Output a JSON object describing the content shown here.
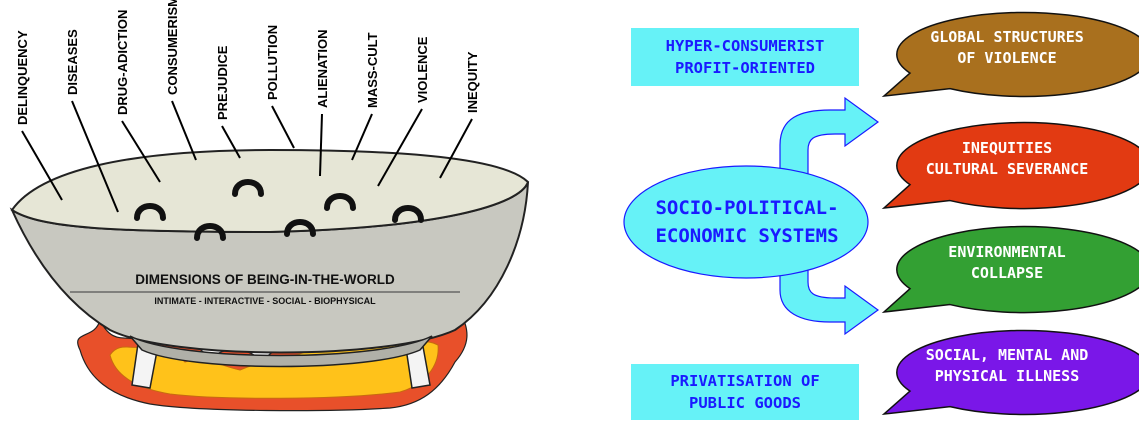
{
  "bowl": {
    "problems": [
      "DELINQUENCY",
      "DISEASES",
      "DRUG-ADICTION",
      "CONSUMERISM",
      "PREJUDICE",
      "POLLUTION",
      "ALIENATION",
      "MASS-CULT",
      "VIOLENCE",
      "INEQUITY"
    ],
    "title": "DIMENSIONS OF BEING-IN-THE-WORLD",
    "subtitle": "INTIMATE - INTERACTIVE - SOCIAL - BIOPHYSICAL",
    "colors": {
      "rim": "#e6e6d6",
      "body": "#c8c8c0",
      "flame_outer": "#e8502a",
      "flame_inner": "#ffc21a"
    }
  },
  "drivers": {
    "top": "HYPER-CONSUMERIST\nPROFIT-ORIENTED",
    "bottom": "PRIVATISATION OF\nPUBLIC GOODS",
    "color": "#66f2f7"
  },
  "center": {
    "label": "SOCIO-POLITICAL-\nECONOMIC SYSTEMS",
    "color": "#66f2f7"
  },
  "outcomes": [
    {
      "label": "GLOBAL STRUCTURES\nOF VIOLENCE",
      "color": "#a9701e"
    },
    {
      "label": "INEQUITIES\nCULTURAL SEVERANCE",
      "color": "#e23a12"
    },
    {
      "label": "ENVIRONMENTAL\nCOLLAPSE",
      "color": "#33a033"
    },
    {
      "label": "SOCIAL, MENTAL AND\nPHYSICAL ILLNESS",
      "color": "#7a17e8"
    }
  ]
}
